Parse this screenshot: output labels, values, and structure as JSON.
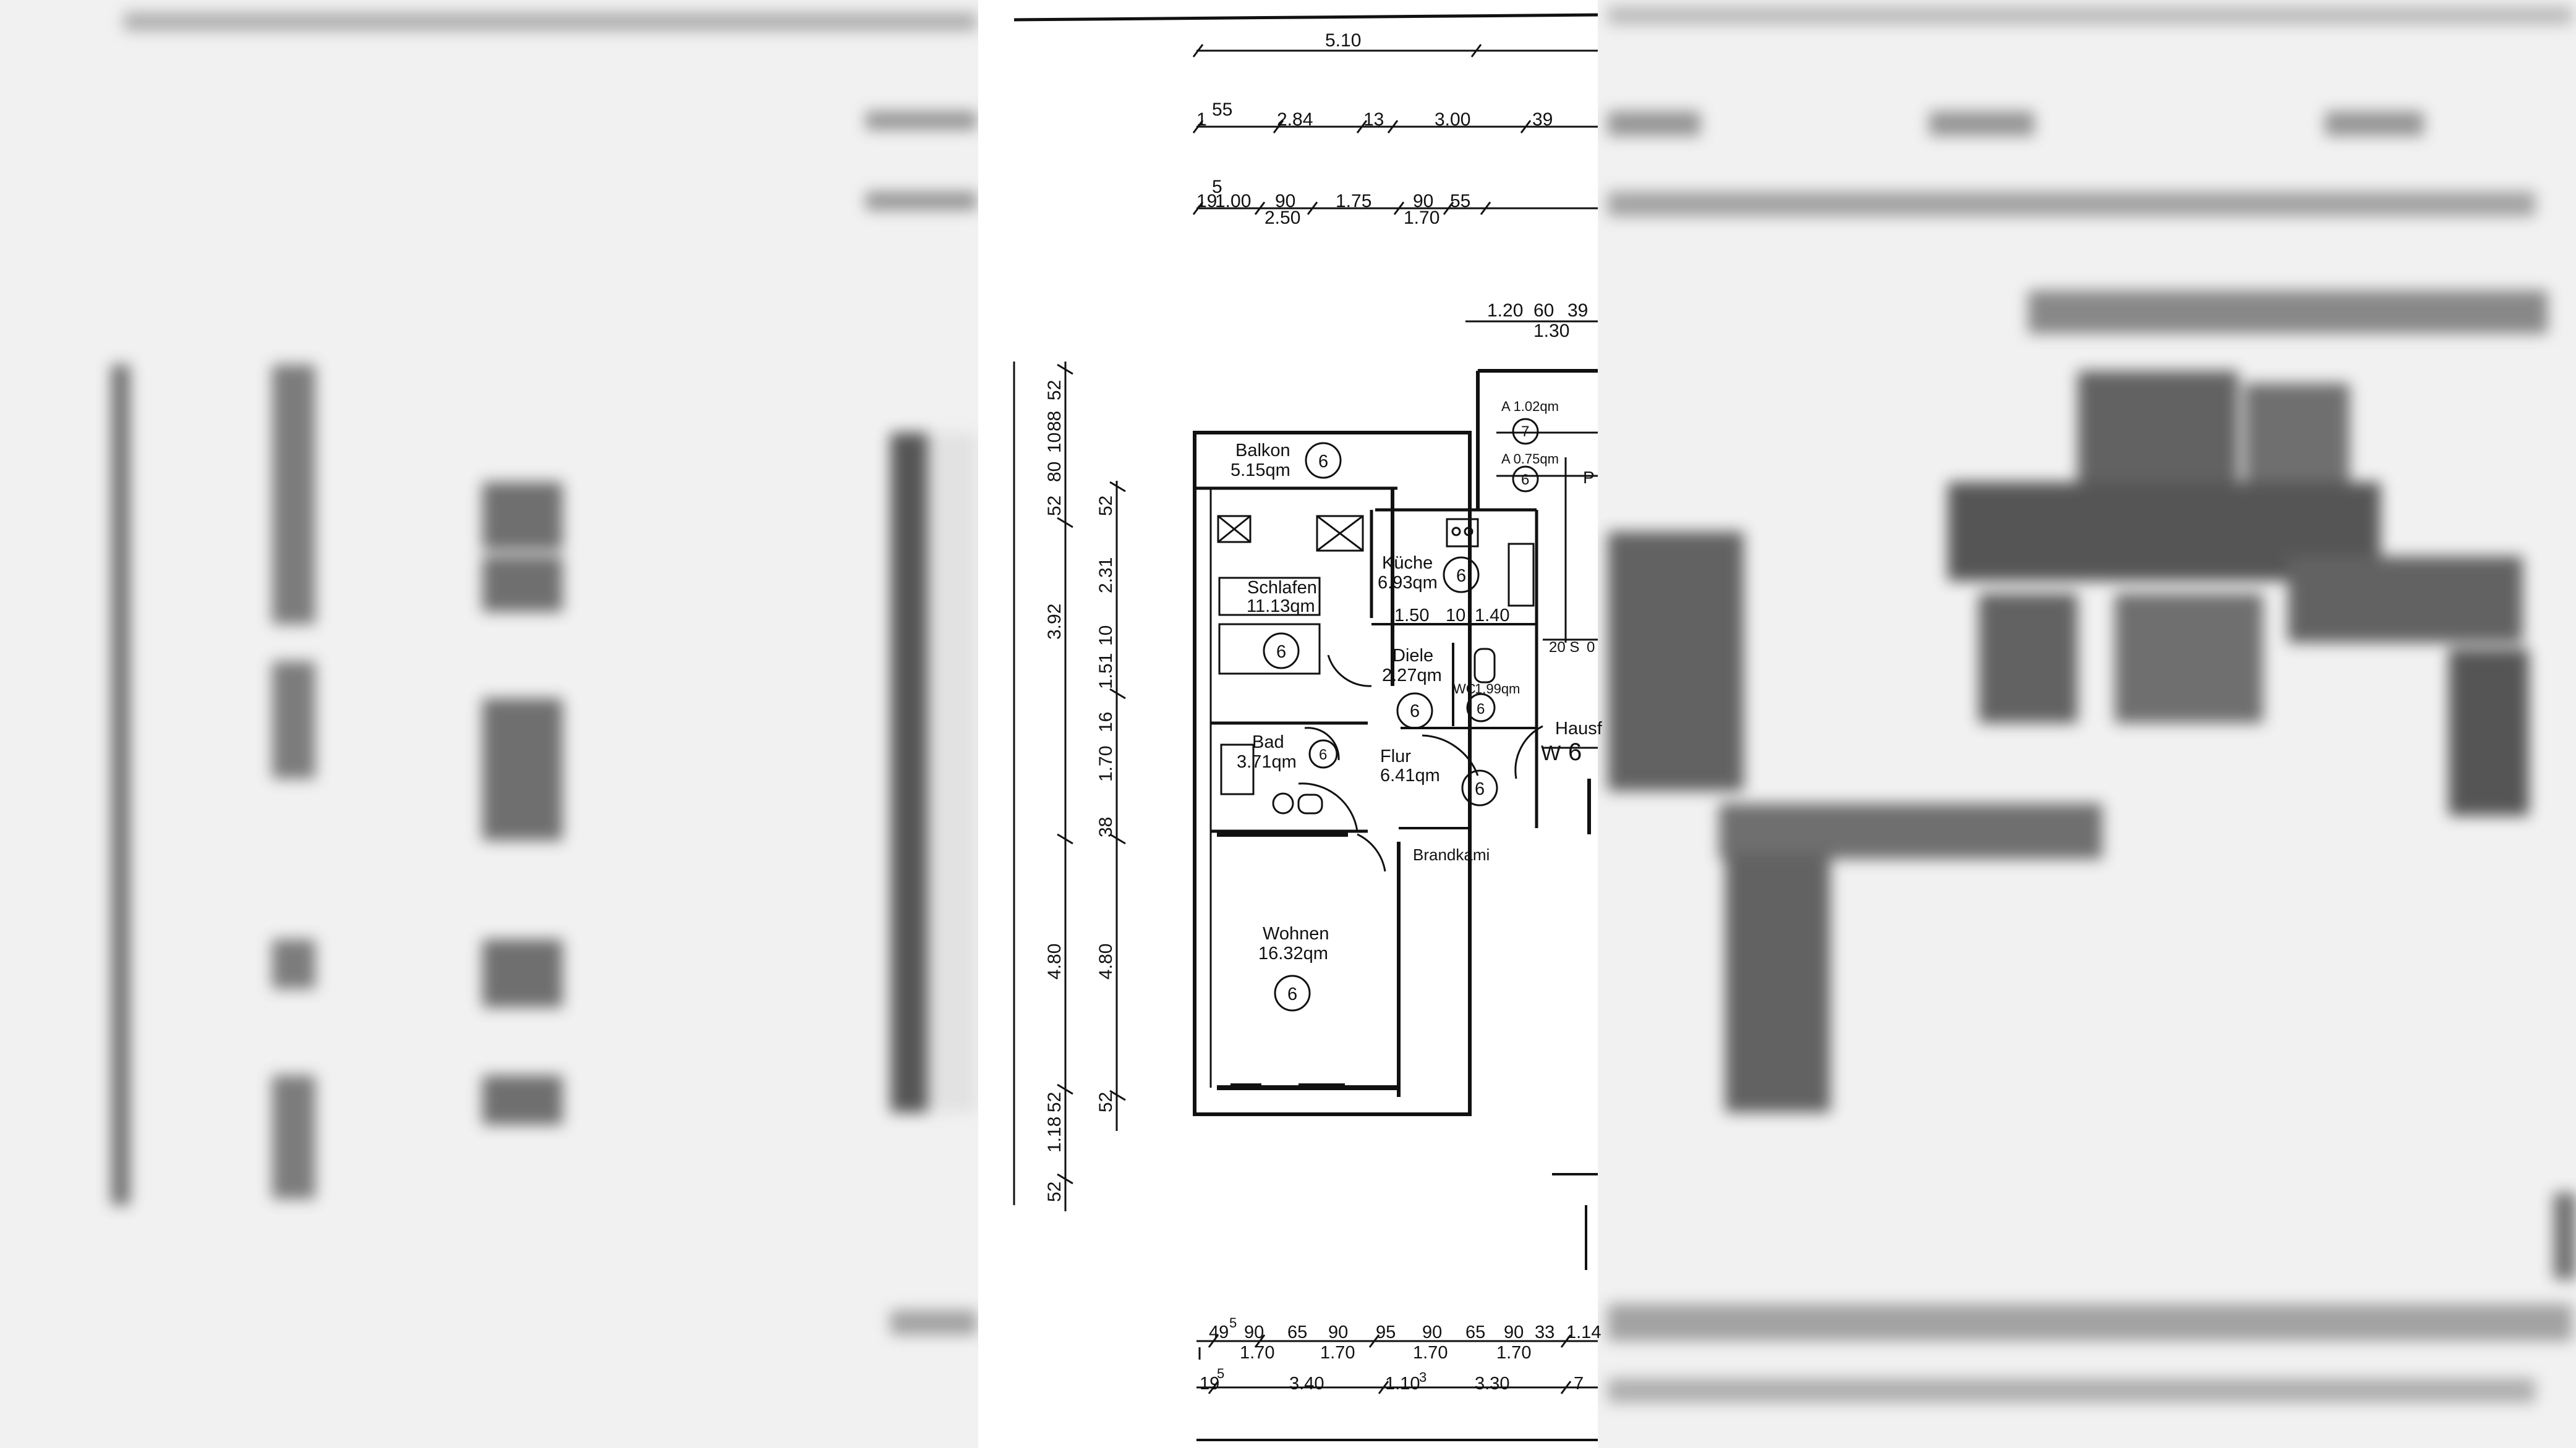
{
  "plan": {
    "top_dims": {
      "row1": [
        "5.10"
      ],
      "row2": [
        "1",
        "55",
        "2.84",
        "13",
        "3.00",
        "39"
      ],
      "row3": [
        "19",
        "5",
        "1.00",
        "90",
        "1.75",
        "90",
        "55"
      ],
      "row3_sub": [
        "2.50",
        "1.70"
      ],
      "stair": [
        "1.20",
        "60",
        "39",
        "1.30"
      ]
    },
    "left_dims": [
      "52",
      "88",
      "10",
      "80",
      "52",
      "3.92",
      "4.80",
      "52",
      "1.18",
      "52"
    ],
    "inner_dims": [
      "52",
      "2.31",
      "10",
      "1.51",
      "16",
      "1.70",
      "38",
      "4.80",
      "52"
    ],
    "kitchen_dims": [
      "1.50",
      "10",
      "1.40"
    ],
    "bottom_dims": {
      "row1": [
        "49",
        "5",
        "90",
        "65",
        "90",
        "95",
        "90",
        "65",
        "90",
        "33",
        "1.14"
      ],
      "row1_sub": [
        "1.70",
        "1.70",
        "1.70",
        "1.70"
      ],
      "row2": [
        "19",
        "5",
        "3.40",
        "1.10",
        "3",
        "3.30",
        "7"
      ]
    },
    "rooms": [
      {
        "name": "Balkon",
        "area": "5.15qm",
        "num": "6"
      },
      {
        "name": "Schlafen",
        "area": "11.13qm",
        "num": "6"
      },
      {
        "name": "Küche",
        "area": "6.93qm",
        "num": "6"
      },
      {
        "name": "Diele",
        "area": "2.27qm",
        "num": "6"
      },
      {
        "name": "WC",
        "area": "1.99qm",
        "num": "6"
      },
      {
        "name": "Bad",
        "area": "3.71qm",
        "num": "6"
      },
      {
        "name": "Flur",
        "area": "6.41qm",
        "num": "6"
      },
      {
        "name": "Wohnen",
        "area": "16.32qm",
        "num": "6"
      }
    ],
    "small_rooms": [
      {
        "label": "A 1.02qm",
        "num": "7"
      },
      {
        "label": "A 0.75qm",
        "num": "6"
      }
    ],
    "labels": {
      "brandkami": "Brandkami",
      "hausf": "Hausf",
      "w": "W",
      "six": "6",
      "p": "P",
      "stair_nums": "20 S",
      "stair_tail": "0"
    }
  }
}
